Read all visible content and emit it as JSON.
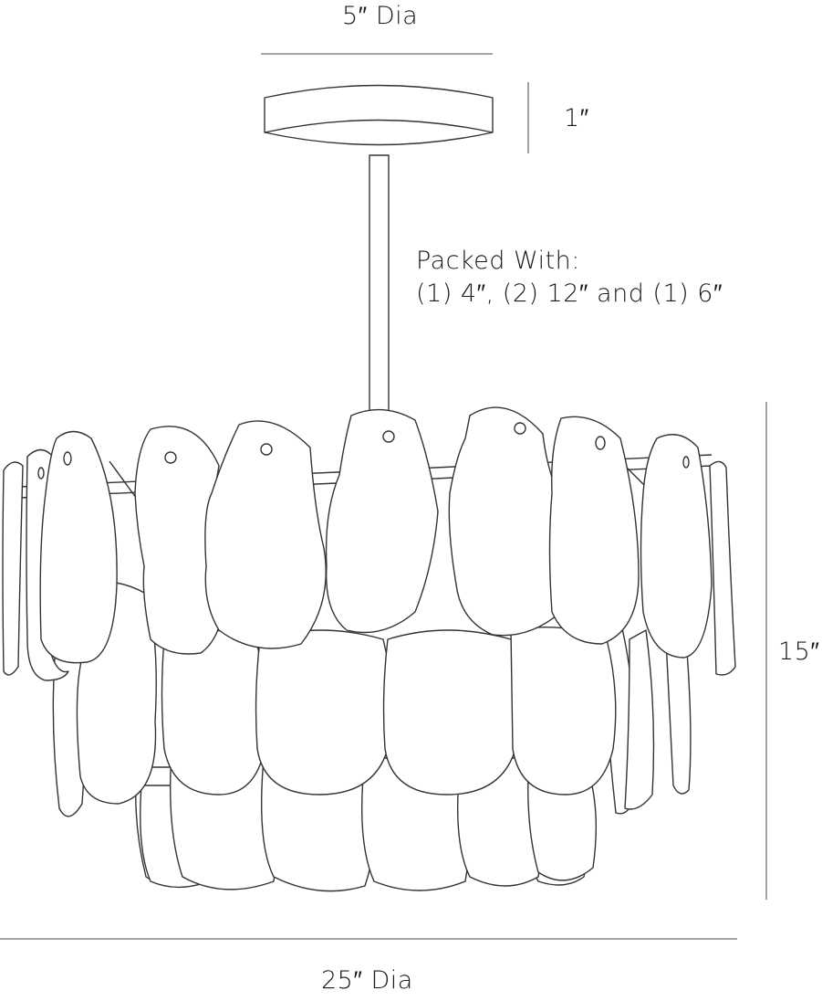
{
  "diagram": {
    "subject": "Chandelier pendant line drawing with dimensions",
    "dimensions": {
      "canopy_diameter": "5″ Dia",
      "canopy_height": "1″",
      "fixture_height": "15″",
      "fixture_diameter": "25″ Dia"
    },
    "notes": {
      "packed_title": "Packed With:",
      "packed_items": "(1) 4″, (2) 12″ and (1) 6″"
    },
    "colors": {
      "line": "#333333",
      "dimension_line": "#888888",
      "background": "#ffffff"
    }
  }
}
